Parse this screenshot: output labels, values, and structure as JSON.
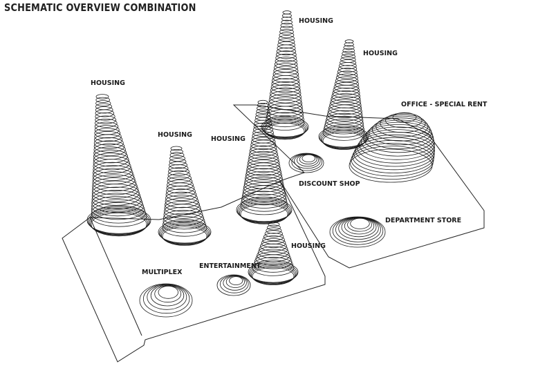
{
  "title": "SCHEMATIC OVERVIEW COMBINATION",
  "labels": {
    "housing_1": "HOUSING",
    "housing_2": "HOUSING",
    "housing_3": "HOUSING",
    "housing_4": "HOUSING",
    "housing_5": "HOUSING",
    "housing_6": "HOUSING",
    "office": "OFFICE - SPECIAL RENT",
    "discount_shop": "DISCOUNT SHOP",
    "department_store": "DEPARTMENT STORE",
    "multiplex": "MULTIPLEX",
    "entertainment": "ENTERTAINMENT"
  },
  "colors": {
    "line": "#1a1a1a",
    "background": "#ffffff"
  }
}
